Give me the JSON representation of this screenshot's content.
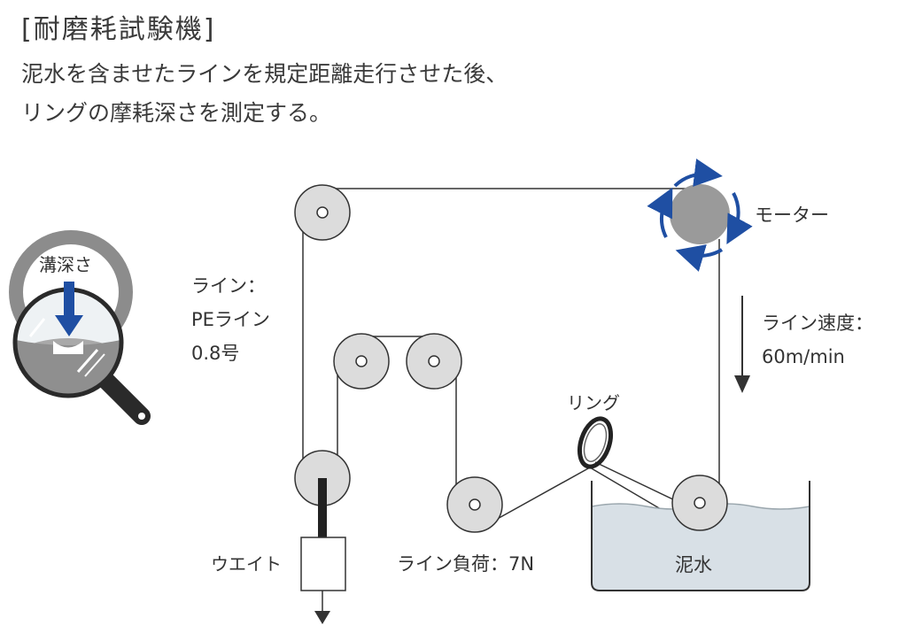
{
  "title": "[耐磨耗試験機]",
  "description": [
    "泥水を含ませたラインを規定距離走行させた後、",
    "リングの摩耗深さを測定する。"
  ],
  "labels": {
    "groove_depth": "溝深さ",
    "line_label": "ライン：",
    "line_type": "PEライン",
    "line_size": "0.8号",
    "weight": "ウエイト",
    "line_load": "ライン負荷：7N",
    "ring": "リング",
    "motor": "モーター",
    "line_speed_label": "ライン速度：",
    "line_speed_value": "60m/min",
    "mud_water": "泥水"
  },
  "colors": {
    "motor": "#9a9a9a",
    "arrow_blue": "#1f4fa3",
    "water": "#d8e0e6",
    "pulley": "#dcdcdc"
  },
  "icons": [
    "magnifier-icon",
    "rotation-arrows-icon",
    "down-arrow-icon",
    "ring-icon"
  ]
}
